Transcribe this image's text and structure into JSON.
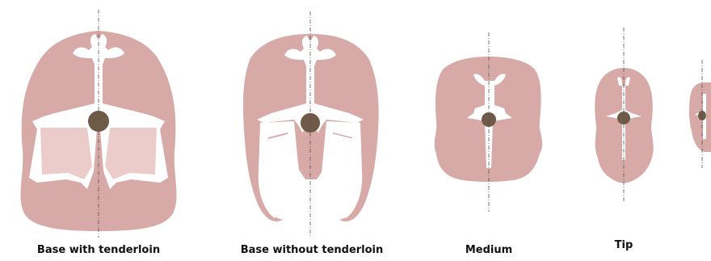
{
  "figure": {
    "captions": {
      "base_with": "Base with tenderloin",
      "base_without": "Base without tenderloin",
      "medium": "Medium",
      "tip": "Tip"
    },
    "colors": {
      "muscle": "#d7a9a7",
      "tenderloin": "#eccccb",
      "bone": "#ffffff",
      "spinal_cord": "#6e5a47",
      "outline": "#d7a9a7",
      "axis_line": "#555555"
    }
  }
}
